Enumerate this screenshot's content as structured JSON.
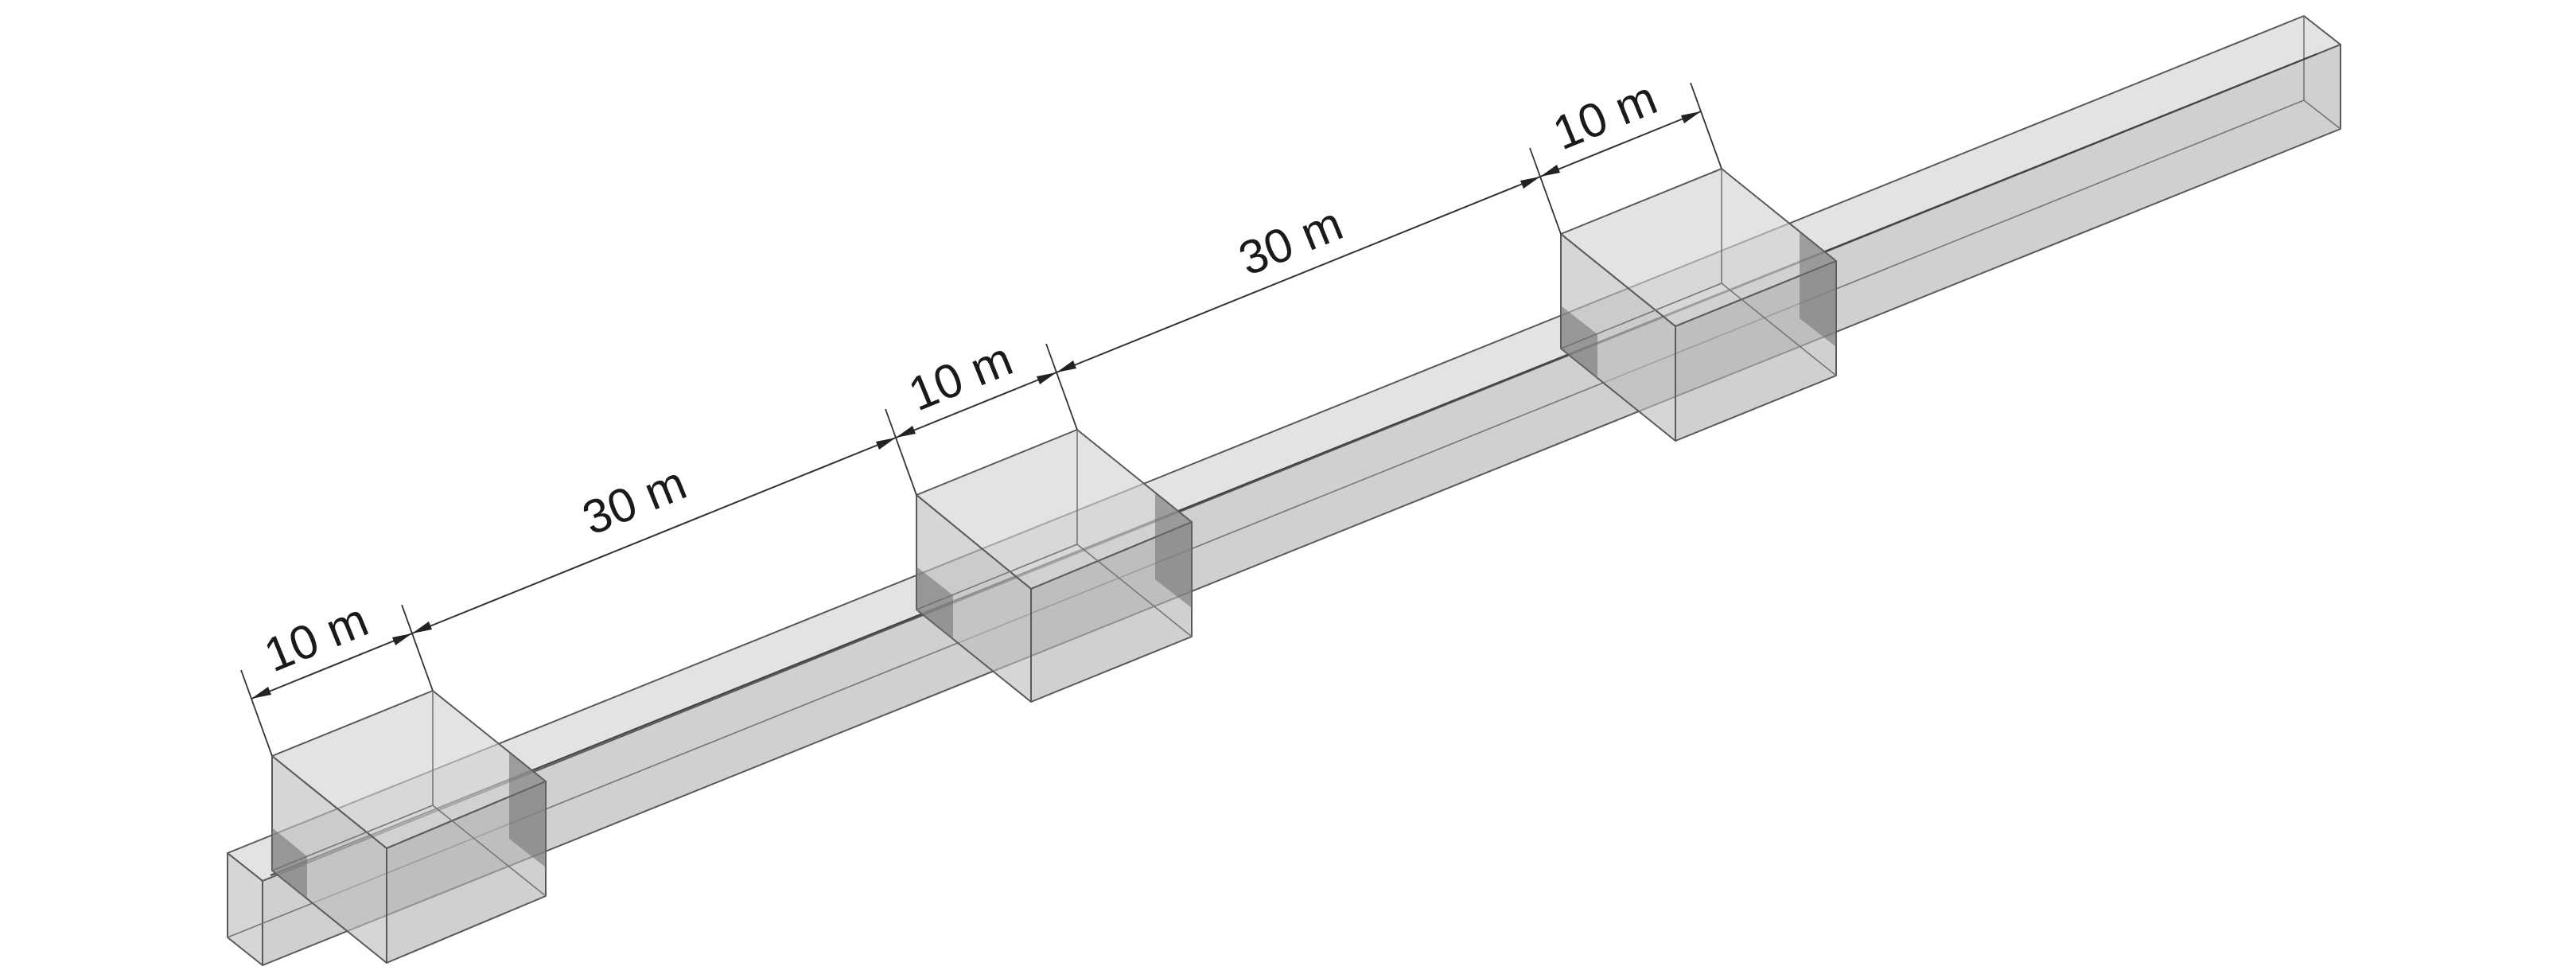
{
  "dimensions": {
    "segment_1": "10 m",
    "segment_2": "30 m",
    "segment_3": "10 m",
    "segment_4": "30 m",
    "segment_5": "10 m"
  },
  "colors": {
    "fill": "#c4c4c4",
    "edge": "#5a5a5a",
    "annotation": "#222222"
  }
}
